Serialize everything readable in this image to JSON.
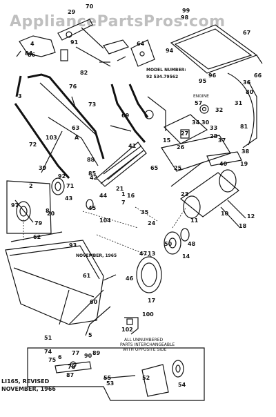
{
  "watermark": "AppliancePartsPros.com",
  "model": {
    "heading": "MODEL NUMBER:",
    "number": "92 534.79562"
  },
  "engine_label": "ENGINE",
  "date_top": "NOVEMBER, 1965",
  "footer": {
    "line1": "LI165, REVISED",
    "line2": "NOVEMBER, 1966"
  },
  "note": {
    "line1": "ALL UNNUMBERED",
    "line2": "PARTS INTERCHANGEABLE",
    "line3": "WITH OPPOSITE SIDE"
  },
  "part_numbers": [
    "1",
    "2",
    "3",
    "4",
    "5",
    "6",
    "7",
    "8",
    "10",
    "11",
    "12",
    "13",
    "14",
    "15",
    "16",
    "17",
    "18",
    "19",
    "20",
    "21",
    "23",
    "24",
    "25",
    "26",
    "27",
    "28",
    "29",
    "30",
    "31",
    "32",
    "33",
    "34",
    "35",
    "36",
    "37",
    "38",
    "39",
    "40",
    "41",
    "42",
    "43",
    "44",
    "45",
    "46",
    "47",
    "48",
    "50",
    "51",
    "52",
    "53",
    "54",
    "55",
    "57",
    "60",
    "61",
    "62",
    "63",
    "64",
    "65",
    "66",
    "67",
    "69",
    "70",
    "71",
    "72",
    "73",
    "74",
    "75",
    "76",
    "77",
    "78",
    "79",
    "80",
    "81",
    "82",
    "84",
    "85",
    "86",
    "87",
    "88",
    "89",
    "90",
    "91",
    "92",
    "93",
    "94",
    "95",
    "96",
    "97",
    "98",
    "99",
    "100",
    "102",
    "103",
    "104",
    "A"
  ]
}
